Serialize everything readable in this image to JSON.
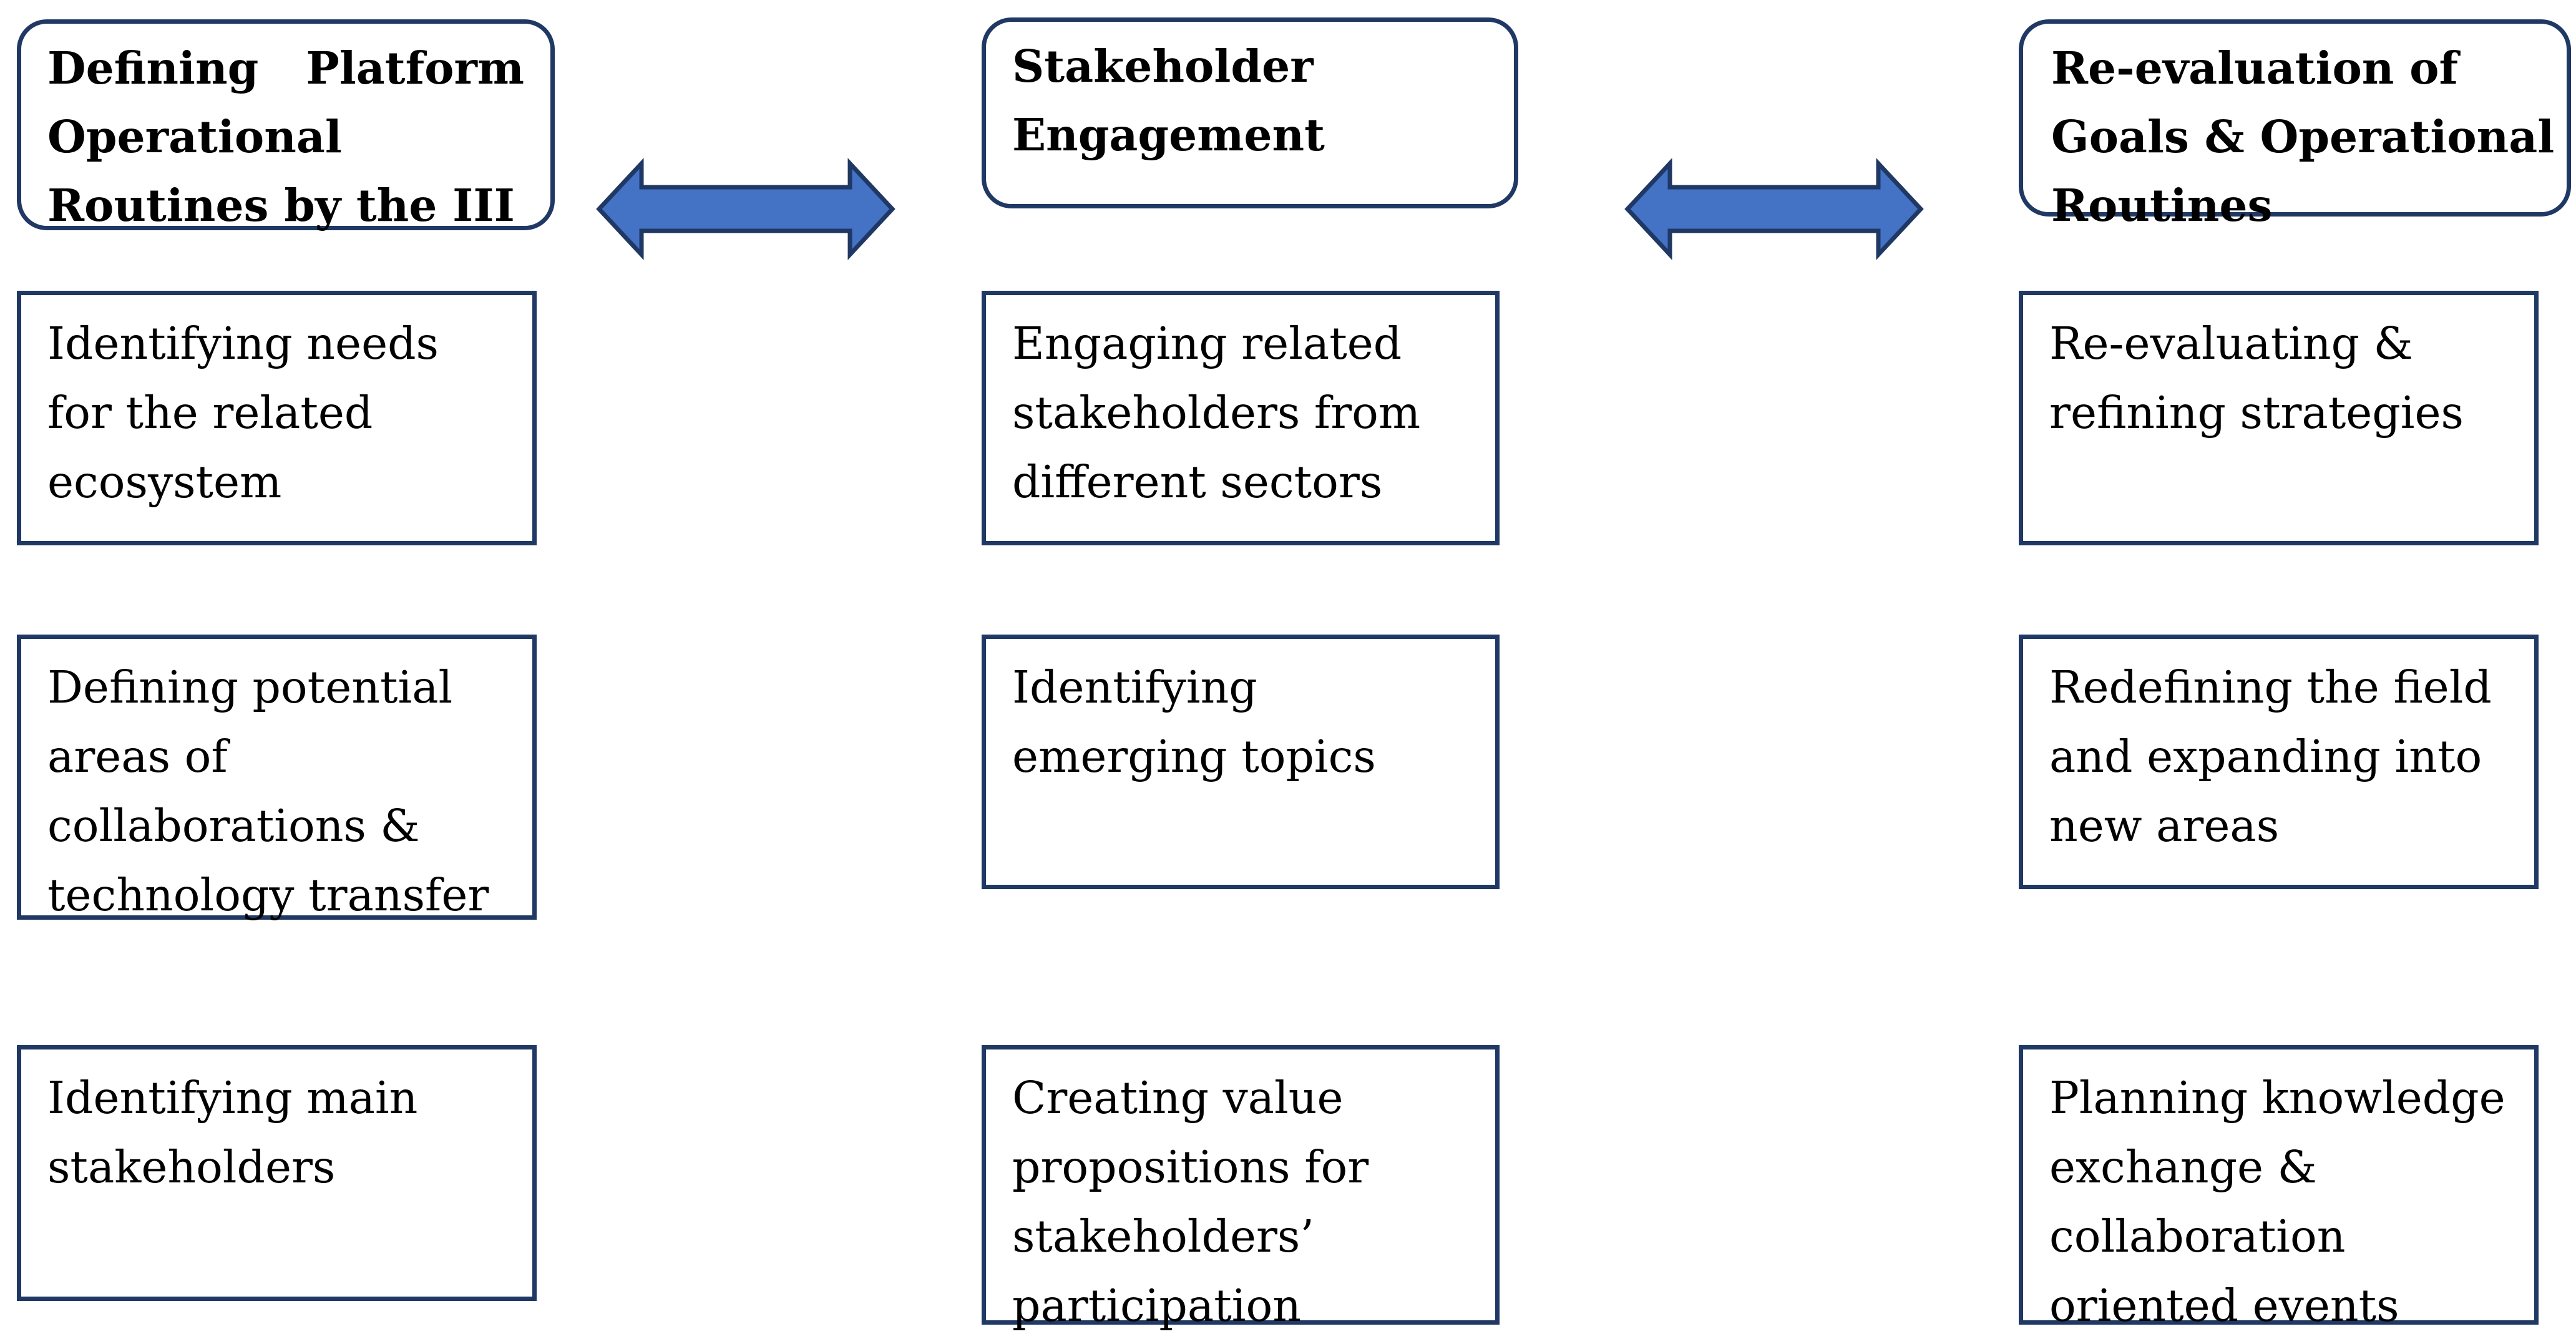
{
  "colors": {
    "box_border": "#1f3864",
    "arrow_fill": "#4472c4",
    "arrow_stroke": "#1f3864"
  },
  "columns": [
    {
      "header": "Defining Platform Operational Routines by the III",
      "steps": [
        "Identifying needs for the related ecosystem",
        "Defining potential areas of collaborations & technology transfer",
        "Identifying main stakeholders"
      ]
    },
    {
      "header": "Stakeholder Engagement",
      "steps": [
        "Engaging related stakeholders from different sectors",
        "Identifying emerging topics",
        "Creating value propositions for stakeholders’ participation"
      ]
    },
    {
      "header": "Re-evaluation of Goals & Operational Routines",
      "steps": [
        "Re-evaluating & refining strategies",
        "Redefining the field and expanding into new areas",
        "Planning knowledge exchange & collaboration oriented events"
      ]
    }
  ],
  "connectors": [
    {
      "from": "Defining Platform Operational Routines by the III",
      "to": "Stakeholder Engagement",
      "direction": "bidirectional"
    },
    {
      "from": "Stakeholder Engagement",
      "to": "Re-evaluation of Goals & Operational Routines",
      "direction": "bidirectional"
    }
  ]
}
